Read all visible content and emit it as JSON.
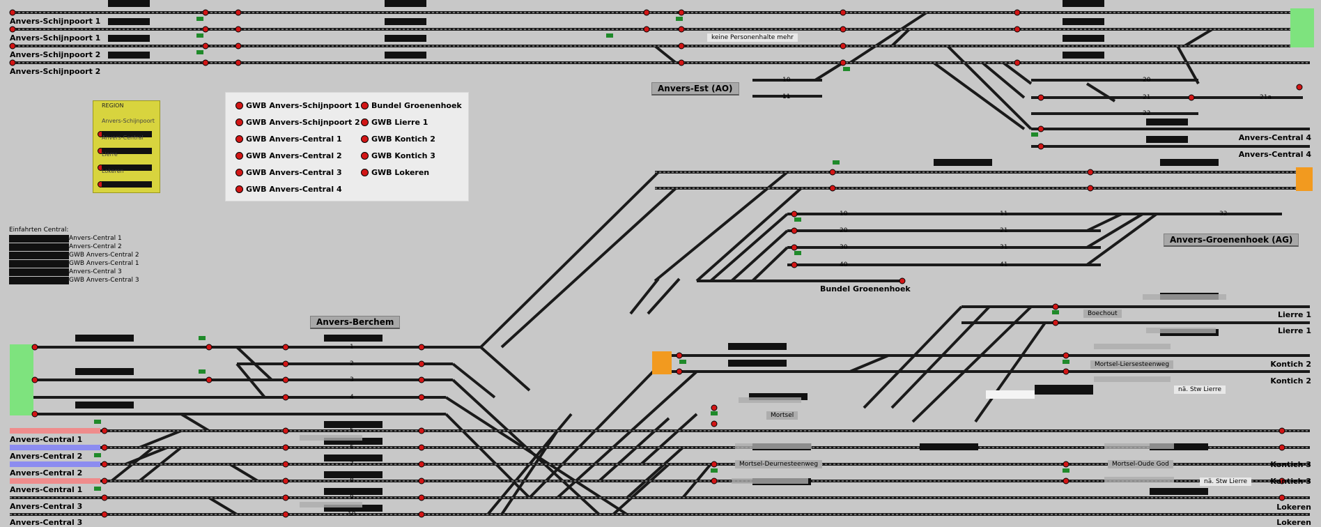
{
  "colors": {
    "background": "#c8c8c8",
    "track": "#1a1a1a",
    "signal_red": "#d21616",
    "signal_green": "#1f8a2a",
    "occupied_green": "#7ee37e",
    "occupied_orange": "#f29a1f",
    "occupied_red": "#ef8c8c",
    "occupied_blue": "#8c8cf0",
    "region_yellow": "#d8d43e"
  },
  "left_labels": [
    "Anvers-Schijnpoort 1",
    "Anvers-Schijnpoort 1",
    "Anvers-Schijnpoort 2",
    "Anvers-Schijnpoort 2"
  ],
  "left_bottom_labels": [
    "Anvers-Central 1",
    "Anvers-Central 2",
    "Anvers-Central 2",
    "Anvers-Central 1",
    "Anvers-Central 3",
    "Anvers-Central 3"
  ],
  "right_labels": [
    "Anvers-Central 4",
    "Anvers-Central 4",
    "Lierre 1",
    "Lierre 1",
    "Kontich 2",
    "Kontich 2",
    "Kontich 3",
    "Kontich 3",
    "Lokeren",
    "Lokeren"
  ],
  "stations": {
    "anvers_est": "Anvers-Est (AO)",
    "anvers_berchem": "Anvers-Berchem",
    "anvers_groenenhoek": "Anvers-Groenenhoek (AG)",
    "bundel": "Bundel Groenenhoek"
  },
  "notes": {
    "keine": "keine Personenhalte mehr",
    "boechout": "Boechout",
    "mortsel_lier": "Mortsel-Liersesteenweg",
    "stw_lierre_1": "nä. Stw Lierre",
    "mortsel": "Mortsel",
    "mortsel_deurne": "Mortsel-Deurnesteenweg",
    "mortsel_oude": "Mortsel-Oude God",
    "stw_lierre_2": "nä. Stw Lierre"
  },
  "legend": {
    "col1": [
      "GWB Anvers-Schijnpoort 1",
      "GWB Anvers-Schijnpoort 2",
      "GWB Anvers-Central 1",
      "GWB Anvers-Central 2",
      "GWB Anvers-Central 3",
      "GWB Anvers-Central 4"
    ],
    "col2": [
      "Bundel Groenenhoek",
      "GWB Lierre 1",
      "GWB Kontich 2",
      "GWB Kontich 3",
      "GWB Lokeren"
    ]
  },
  "region": {
    "title": "REGION",
    "items": [
      "Anvers-Schijnpoort",
      "Anvers-Central",
      "Lierre",
      "Lokeren"
    ]
  },
  "einfahrten": {
    "title": "Einfahrten Central:",
    "items": [
      "Anvers-Central 1",
      "Anvers-Central 2",
      "GWB Anvers-Central 2",
      "GWB Anvers-Central 1",
      "Anvers-Central 3",
      "GWB Anvers-Central 3"
    ]
  },
  "track_numbers": {
    "upper": [
      "10",
      "11",
      "20",
      "21",
      "22",
      "21a",
      "32"
    ],
    "bundel": [
      "10",
      "20",
      "30",
      "40",
      "11",
      "21",
      "31",
      "41"
    ],
    "berchem": [
      "1",
      "2",
      "3",
      "4",
      "5",
      "6",
      "7",
      "8",
      "9",
      "10"
    ]
  }
}
